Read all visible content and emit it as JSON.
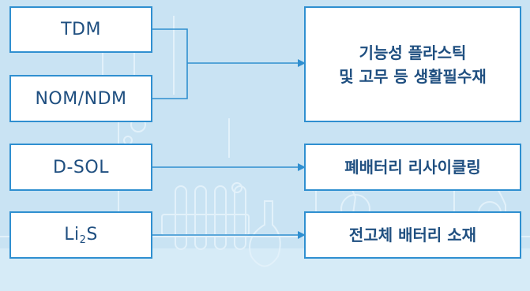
{
  "sources": {
    "tdm": "TDM",
    "nom_ndm": "NOM/NDM",
    "dsol": "D-SOL",
    "li2s_main": "Li",
    "li2s_sub": "2",
    "li2s_tail": "S"
  },
  "targets": {
    "plastics_line1": "기능성 플라스틱",
    "plastics_line2": "및 고무 등 생활필수재",
    "recycling": "폐배터리 리사이클링",
    "solid_electrolyte": "전고체 배터리 소재"
  },
  "colors": {
    "background": "#c9e3f3",
    "box_border": "#2f8fd0",
    "text": "#1f4f80"
  }
}
